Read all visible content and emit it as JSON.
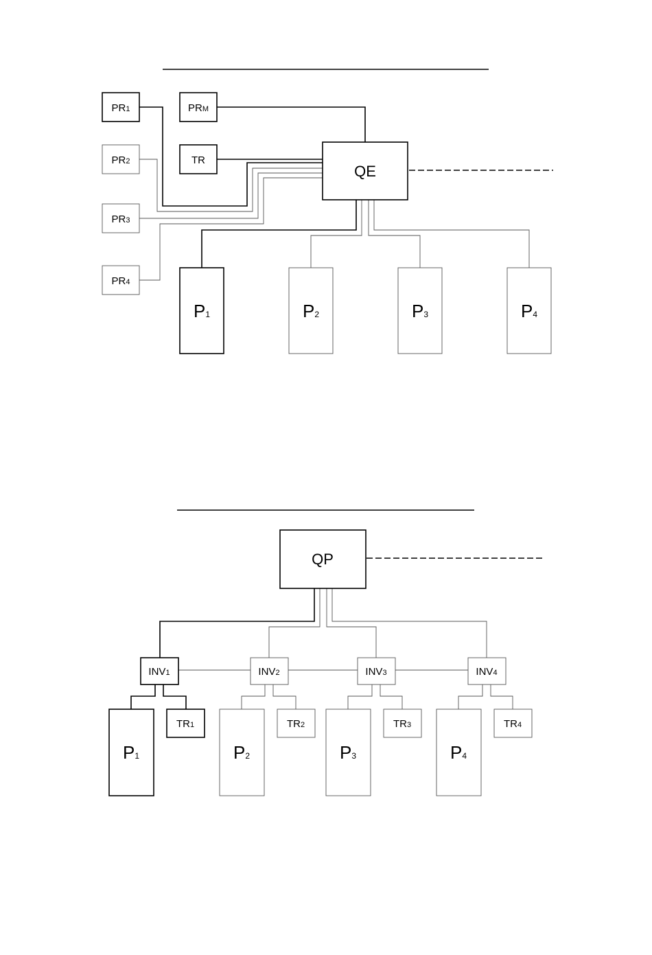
{
  "top_diagram": {
    "controller": "QE",
    "sensors": {
      "pr1": {
        "main": "PR",
        "sub": "1"
      },
      "prm": {
        "main": "PR",
        "sub": "M"
      },
      "pr2": {
        "main": "PR",
        "sub": "2"
      },
      "tr": {
        "main": "TR"
      },
      "pr3": {
        "main": "PR",
        "sub": "3"
      },
      "pr4": {
        "main": "PR",
        "sub": "4"
      }
    },
    "pumps": [
      {
        "main": "P",
        "sub": "1"
      },
      {
        "main": "P",
        "sub": "2"
      },
      {
        "main": "P",
        "sub": "3"
      },
      {
        "main": "P",
        "sub": "4"
      }
    ]
  },
  "bottom_diagram": {
    "controller": "QP",
    "inverters": [
      {
        "main": "INV",
        "sub": "1"
      },
      {
        "main": "INV",
        "sub": "2"
      },
      {
        "main": "INV",
        "sub": "3"
      },
      {
        "main": "INV",
        "sub": "4"
      }
    ],
    "transducers": [
      {
        "main": "TR",
        "sub": "1"
      },
      {
        "main": "TR",
        "sub": "2"
      },
      {
        "main": "TR",
        "sub": "3"
      },
      {
        "main": "TR",
        "sub": "4"
      }
    ],
    "pumps": [
      {
        "main": "P",
        "sub": "1"
      },
      {
        "main": "P",
        "sub": "2"
      },
      {
        "main": "P",
        "sub": "3"
      },
      {
        "main": "P",
        "sub": "4"
      }
    ]
  }
}
